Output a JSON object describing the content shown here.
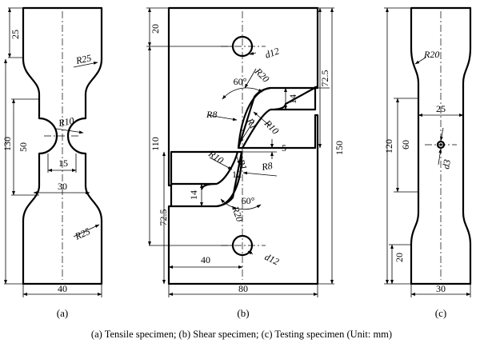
{
  "panels": {
    "a": {
      "label": "(a)",
      "dims": {
        "top_height": "25",
        "total_height": "130",
        "neck_height": "50",
        "half_width": "15",
        "gauge_width": "30",
        "bottom_width": "40",
        "radius_top": "R25",
        "radius_notch": "R10",
        "radius_bottom": "R25"
      }
    },
    "b": {
      "label": "(b)",
      "dims": {
        "top_offset": "20",
        "hole_diameter_top": "d12",
        "radius_upper": "R20",
        "angle_upper": "60°",
        "height_upper": "72.5",
        "slot_width_upper": "14",
        "radius_r8_upper": "R8",
        "radius_r1_upper": "R1",
        "radius_r10_upper": "R10",
        "gap": "5",
        "mid_height": "110",
        "total_height": "150",
        "radius_r10_lower": "R10",
        "radius_r1_lower": "R1",
        "radius_r8_lower": "R8",
        "slot_width_lower": "14",
        "angle_lower": "60°",
        "height_lower": "72.5",
        "radius_lower": "R20",
        "hole_offset_x": "40",
        "hole_diameter_bottom": "d12",
        "total_width": "80"
      }
    },
    "c": {
      "label": "(c)",
      "dims": {
        "radius": "R20",
        "gauge_width": "25",
        "total_height": "120",
        "gauge_height": "60",
        "hole_diameter": "d3",
        "bottom_height": "20",
        "total_width": "30"
      }
    }
  },
  "caption": "(a) Tensile specimen; (b) Shear specimen; (c) Testing specimen (Unit: mm)"
}
